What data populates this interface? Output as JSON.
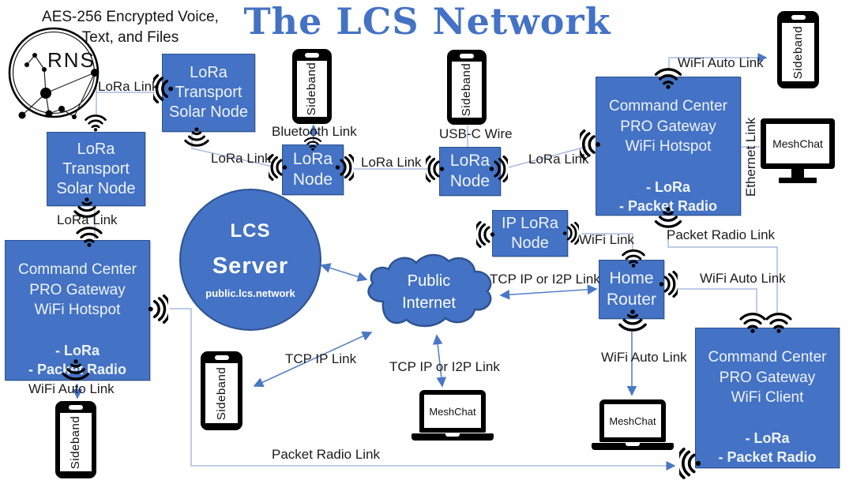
{
  "header": {
    "title": "The LCS Network",
    "subtitle": "AES-256 Encrypted Voice,\nText, and Files"
  },
  "logo": {
    "text": "RNS"
  },
  "server": {
    "name_line1": "LCS",
    "name_line2": "Server",
    "domain": "public.lcs.network"
  },
  "cloud": {
    "label": "Public\nInternet"
  },
  "nodes": {
    "solar_node": "LoRa\nTransport\nSolar Node",
    "lora_node": "LoRa\nNode",
    "ip_lora_node": "IP LoRa\nNode",
    "home_router": "Home\nRouter",
    "cc_hotspot": {
      "name": "Command Center\nPRO Gateway\nWiFi Hotspot",
      "features": "- LoRa\n- Packet Radio"
    },
    "cc_client": {
      "name": "Command Center\nPRO Gateway\nWiFi Client",
      "features": "- LoRa\n- Packet Radio"
    }
  },
  "devices": {
    "phone_app": "Sideband",
    "chat_app": "MeshChat"
  },
  "links": {
    "lora": "LoRa Link",
    "bluetooth": "Bluetooth Link",
    "usb_c": "USB-C Wire",
    "wifi_auto": "WiFi Auto Link",
    "wifi": "WiFi Link",
    "ethernet": "Ethernet Link",
    "packet_radio": "Packet Radio Link",
    "tcp_ip": "TCP IP Link",
    "tcp_ip_i2p": "TCP IP or I2P Link"
  },
  "colors": {
    "node_fill": "#4472C4",
    "node_border": "#2F528F",
    "title_blue": "#4472C4",
    "wire": "#A9BCDE",
    "arrow": "#4A77C4",
    "icon_black": "#000000"
  }
}
